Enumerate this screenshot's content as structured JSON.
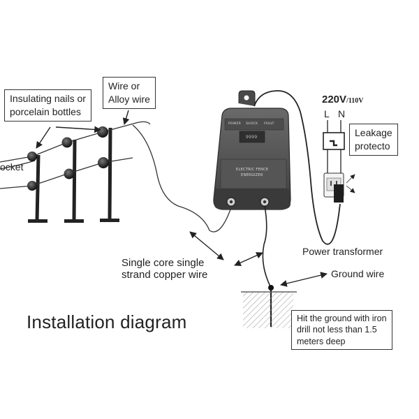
{
  "labels": {
    "insulating": [
      "Insulating nails or",
      "porcelain bottles"
    ],
    "wire": [
      "Wire or",
      "Alloy wire"
    ],
    "socket_fragment": "ocket",
    "voltage_main": "220V",
    "voltage_alt": "/110V",
    "phase_l": "L",
    "phase_n": "N",
    "leakage": [
      "Leakage",
      "protecto"
    ],
    "power_transformer": "Power transformer",
    "single_core": [
      "Single core single",
      "strand copper wire"
    ],
    "ground_wire": "Ground wire",
    "ground_note": [
      "Hit the ground with iron",
      "drill not less than 1.5",
      "meters deep"
    ],
    "title": "Installation diagram"
  },
  "device": {
    "top_labels": [
      "POWER",
      "SHOCK",
      "FAULT"
    ],
    "screen_text": "9999",
    "title": [
      "ELECTRIC FENCE",
      "ENERGIZER"
    ]
  },
  "colors": {
    "ink": "#222222",
    "device_body": "#5a5a5a",
    "device_dark": "#3a3a3a"
  }
}
